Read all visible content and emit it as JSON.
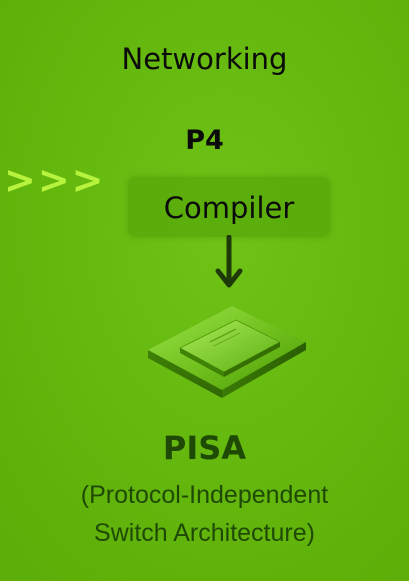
{
  "header": {
    "title": "Networking",
    "language": "P4"
  },
  "decoration": {
    "chevrons": ">>>"
  },
  "compiler": {
    "label": "Compiler"
  },
  "chip": {
    "icon": "switch-chip-icon"
  },
  "target": {
    "name": "PISA",
    "description_line1": "(Protocol-Independent",
    "description_line2": "Switch Architecture)"
  },
  "colors": {
    "background": "#63b60c",
    "chevrons": "#b6f23e",
    "dark_text": "#1f4a06"
  }
}
